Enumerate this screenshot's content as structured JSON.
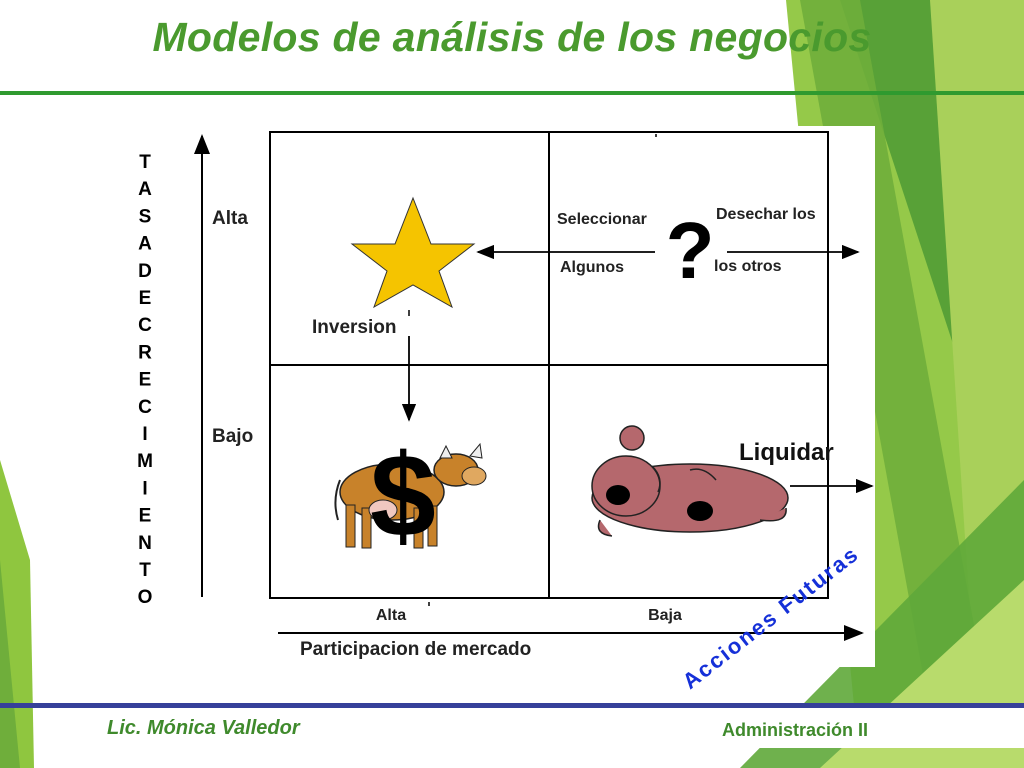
{
  "slide": {
    "title": "Modelos de análisis de los negocios",
    "footer_author": "Lic. Mónica Valledor",
    "footer_course": "Administración II"
  },
  "diagram": {
    "y_axis_label_letters": [
      "T",
      "A",
      "S",
      "A",
      "D",
      "E",
      "C",
      "R",
      "E",
      "C",
      "I",
      "M",
      "I",
      "E",
      "N",
      "T",
      "O"
    ],
    "y_levels": [
      "Alta",
      "Bajo"
    ],
    "x_levels": [
      "Alta",
      "Baja"
    ],
    "x_axis_label": "Participacion de mercado",
    "star_label": "Inversion",
    "question_mark": "?",
    "select_line1": "Seleccionar",
    "select_line2": "Algunos",
    "discard_line1": "Desechar los",
    "discard_line2": "los otros",
    "dollar": "$",
    "dog_label": "Liquidar",
    "future_label": "Acciones Futuras"
  },
  "colors": {
    "title_green": "#4a9a2e",
    "accent_blue": "#1530d8",
    "star_yellow": "#f5c400",
    "dog_pink": "#b5686d",
    "cow_brown": "#c8822a",
    "footer_blue": "#36409a"
  }
}
